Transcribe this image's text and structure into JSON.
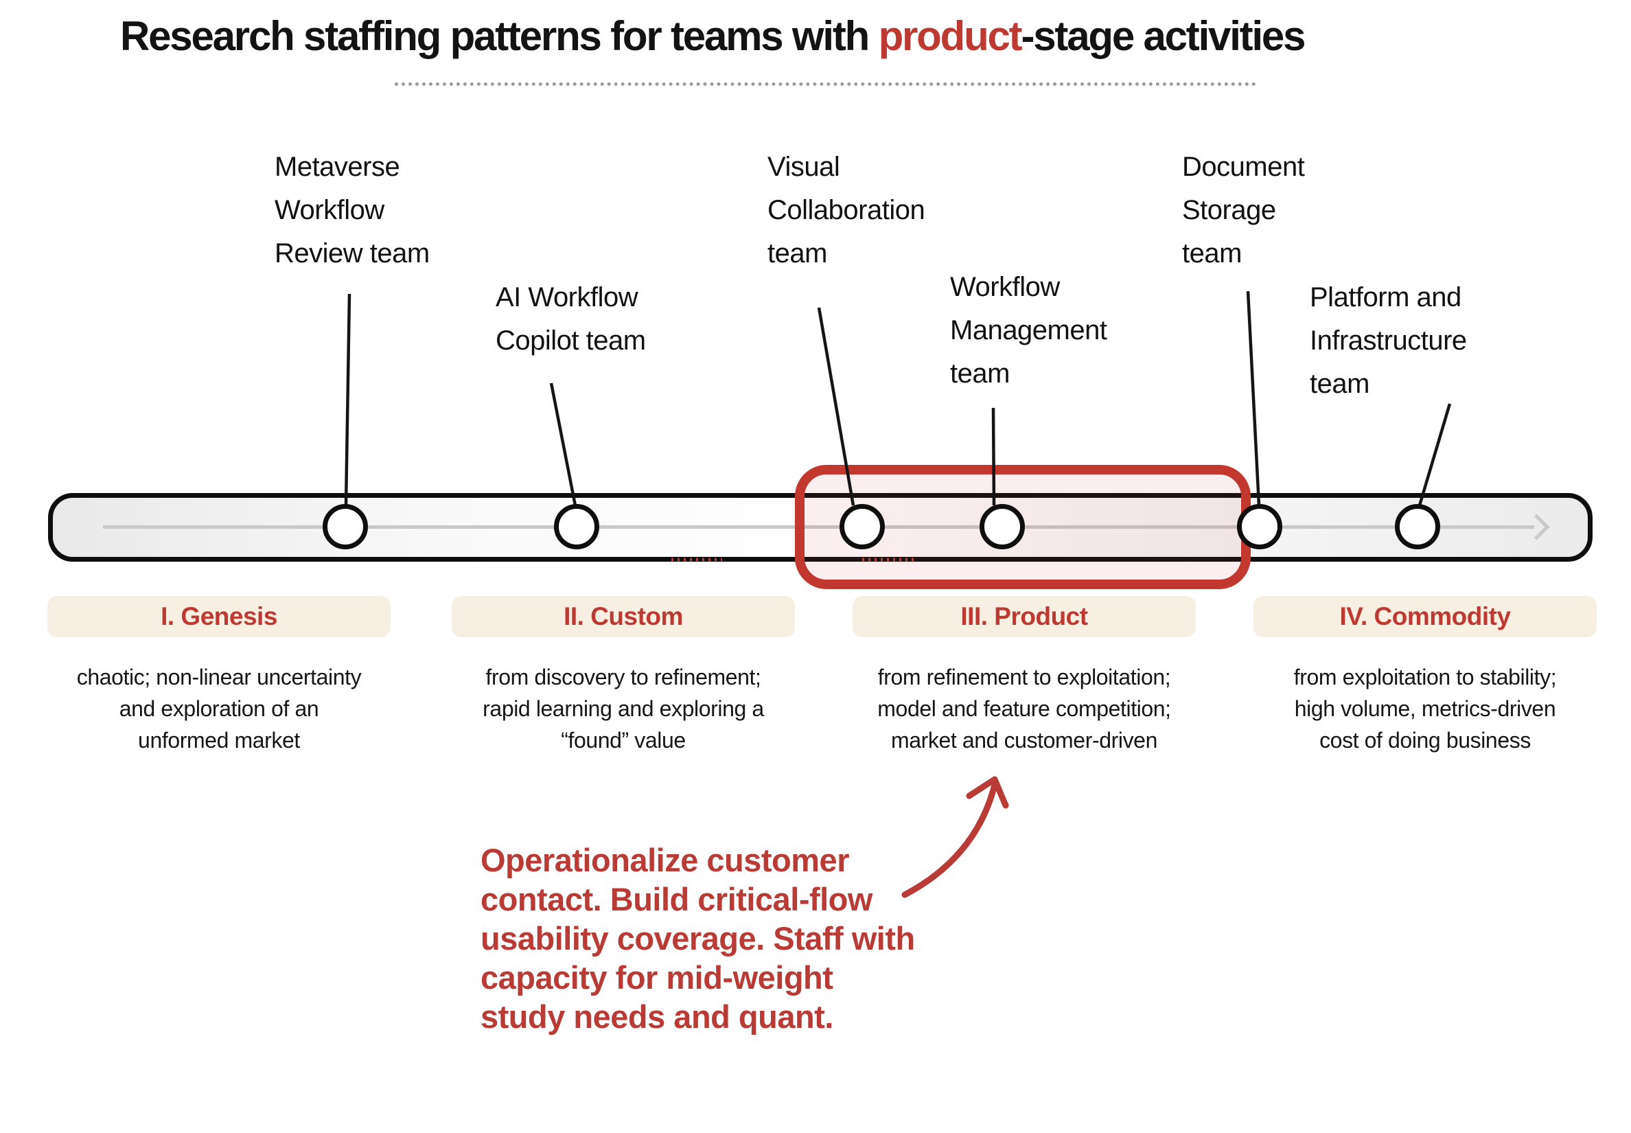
{
  "title": {
    "prefix": "Research staffing patterns for teams with ",
    "highlight": "product",
    "suffix": "-stage activities"
  },
  "teams": [
    {
      "name": "Metaverse Workflow Review team",
      "lines": [
        "Metaverse",
        "Workflow",
        "Review team"
      ]
    },
    {
      "name": "AI Workflow Copilot team",
      "lines": [
        "AI Workflow",
        "Copilot team"
      ]
    },
    {
      "name": "Visual Collaboration team",
      "lines": [
        "Visual",
        "Collaboration",
        "team"
      ]
    },
    {
      "name": "Workflow Management team",
      "lines": [
        "Workflow",
        "Management",
        "team"
      ]
    },
    {
      "name": "Document Storage team",
      "lines": [
        "Document",
        "Storage",
        "team"
      ]
    },
    {
      "name": "Platform and Infrastructure team",
      "lines": [
        "Platform and",
        "Infrastructure",
        "team"
      ]
    }
  ],
  "stages": [
    {
      "name": "I. Genesis",
      "desc_lines": [
        "chaotic; non-linear uncertainty",
        "and exploration of an",
        "unformed market"
      ]
    },
    {
      "name": "II. Custom",
      "desc_lines": [
        "from discovery to refinement;",
        "rapid learning and exploring a",
        "“found” value"
      ]
    },
    {
      "name": "III. Product",
      "desc_lines": [
        "from refinement to exploitation;",
        "model and feature competition;",
        "market and customer-driven"
      ]
    },
    {
      "name": "IV. Commodity",
      "desc_lines": [
        "from exploitation to stability;",
        "high volume, metrics-driven",
        "cost of doing business"
      ]
    }
  ],
  "annotation": {
    "text": "Operationalize customer contact. Build critical-flow usability coverage. Staff with capacity for mid-weight study needs and quant.",
    "lines": [
      "Operationalize customer",
      "contact. Build critical-flow",
      "usability coverage. Staff with",
      "capacity for mid-weight",
      "study needs and quant."
    ]
  },
  "colors": {
    "accent_red": "#bd3a33",
    "highlight_box_stroke": "#c2382f",
    "highlight_box_fill": "rgba(197,63,53,0.085)",
    "stage_pill_background": "#f6efe2",
    "bar_border": "#0e0e0e",
    "flow_line_gray": "#c9c9c9",
    "text_black": "#141414"
  }
}
